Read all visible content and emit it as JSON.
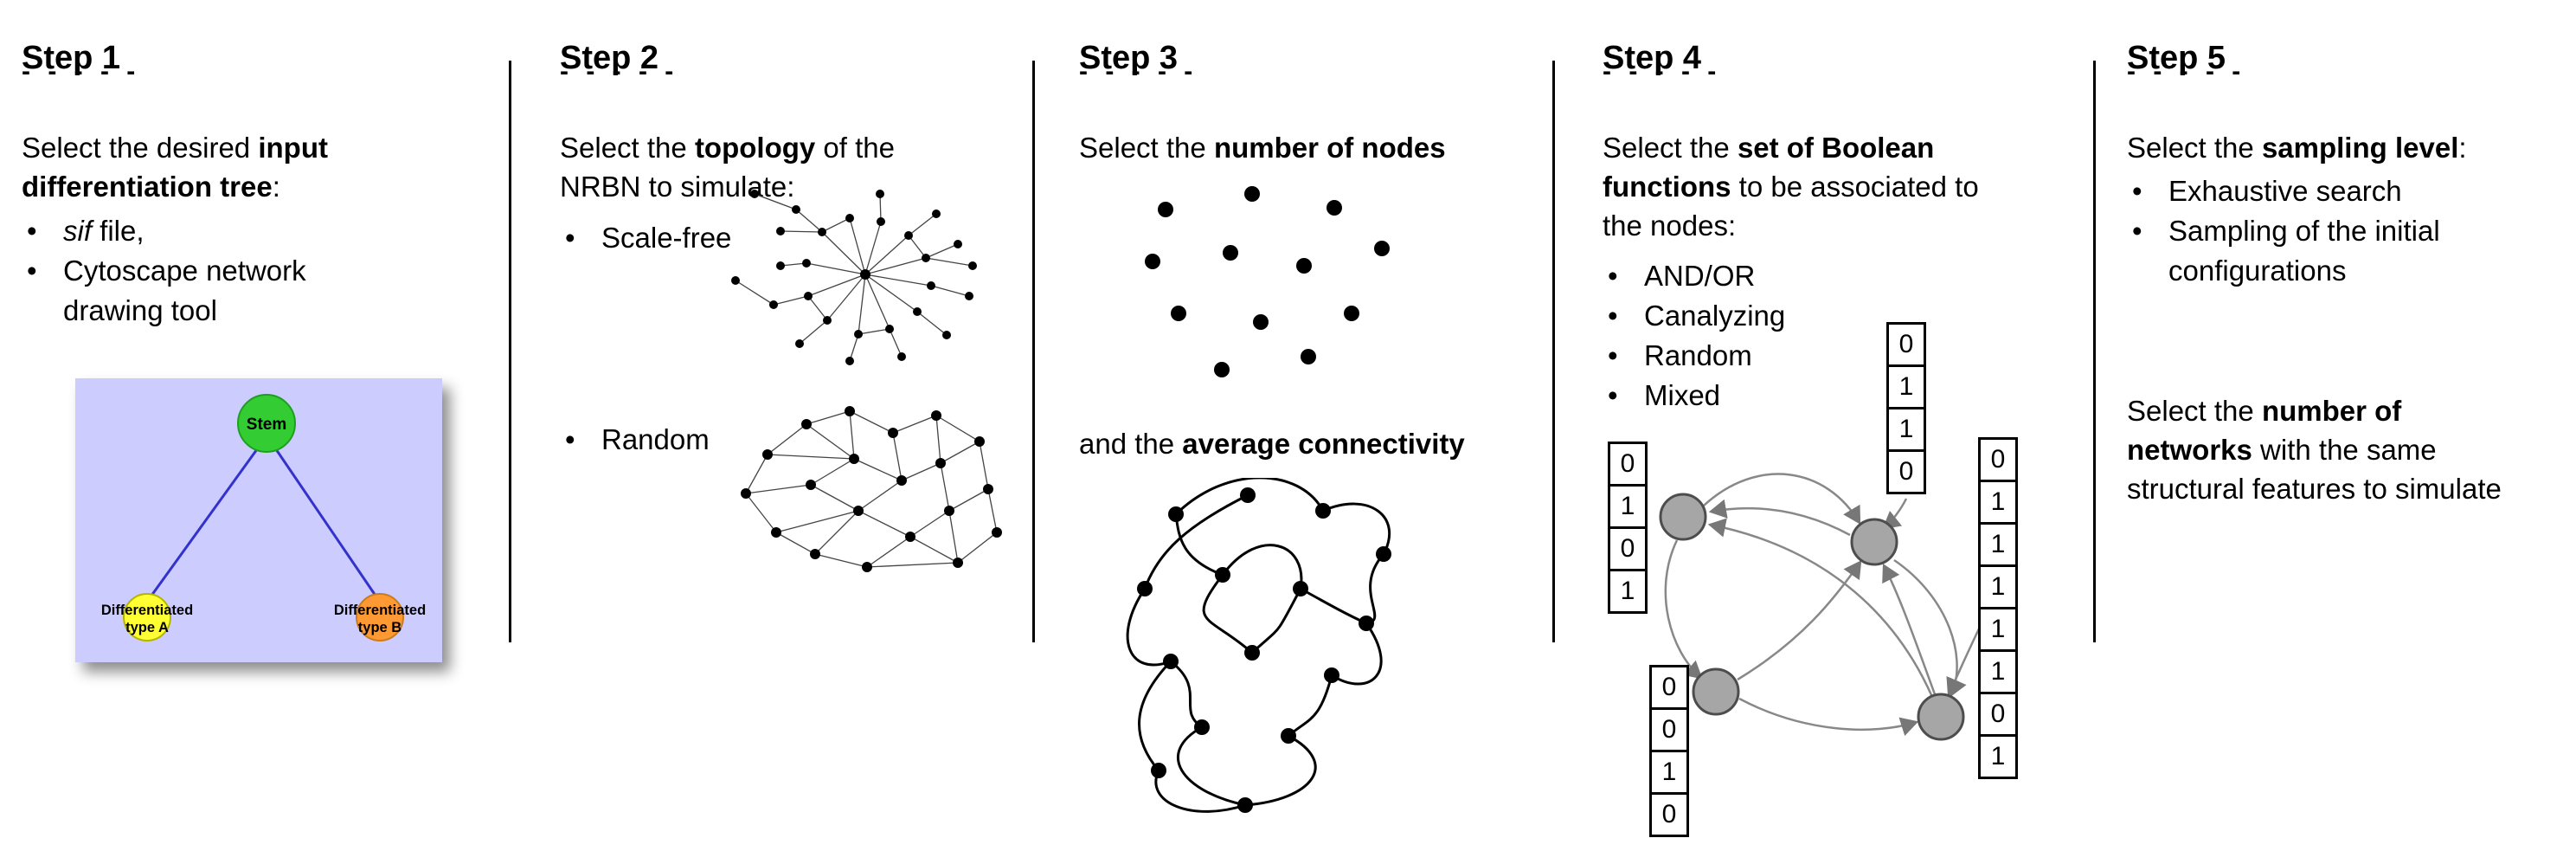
{
  "step1": {
    "title": "Step 1",
    "dashes": "- - - - -",
    "intro_line1": {
      "pre": "Select the desired ",
      "bold": "input"
    },
    "intro_line2": {
      "bold": "differentiation tree",
      "post": ":"
    },
    "bullet1": {
      "italic": "sif",
      "post": " file,"
    },
    "bullet2_line1": "Cytoscape network",
    "bullet2_line2": "drawing tool",
    "tree": {
      "stem_label": "Stem",
      "type_a_line1": "Differentiated",
      "type_a_line2": "type A",
      "type_b_line1": "Differentiated",
      "type_b_line2": "type B",
      "colors": {
        "background": "#ccccff",
        "stem": "#33cc33",
        "type_a": "#ffff33",
        "type_b": "#ff9933",
        "edge": "#3333cc"
      }
    }
  },
  "step2": {
    "title": "Step 2",
    "dashes": "- - - - -",
    "intro_line1": {
      "pre": "Select the ",
      "bold": "topology",
      "post": " of the"
    },
    "intro_line2": "NRBN to simulate:",
    "bullet1": "Scale-free",
    "bullet2": "Random"
  },
  "step3": {
    "title": "Step 3",
    "dashes": "- - - - -",
    "line1": {
      "pre": "Select the ",
      "bold": "number of nodes"
    },
    "line2": {
      "pre": "and the ",
      "bold": "average connectivity"
    }
  },
  "step4": {
    "title": "Step 4",
    "dashes": "- - - - -",
    "intro_line1": {
      "pre": "Select the ",
      "bold": "set of Boolean"
    },
    "intro_line2": {
      "bold": "functions",
      "post": " to be associated to"
    },
    "intro_line3": "the nodes:",
    "bullets": [
      "AND/OR",
      "Canalyzing",
      "Random",
      "Mixed"
    ],
    "tables": {
      "left": [
        "0",
        "1",
        "0",
        "1"
      ],
      "bottom": [
        "0",
        "0",
        "1",
        "0"
      ],
      "top": [
        "0",
        "1",
        "1",
        "0"
      ],
      "right": [
        "0",
        "1",
        "1",
        "1",
        "1",
        "1",
        "0",
        "1"
      ]
    }
  },
  "step5": {
    "title": "Step 5",
    "dashes": "- - - - -",
    "intro": {
      "pre": "Select the ",
      "bold": "sampling level",
      "post": ":"
    },
    "bullet1": "Exhaustive search",
    "bullet2_line1": "Sampling of the initial",
    "bullet2_line2": "configurations",
    "para2_line1": {
      "pre": "Select the ",
      "bold": "number of"
    },
    "para2_line2": {
      "bold": "networks",
      "post": " with the same"
    },
    "para2_line3": "structural features to simulate"
  }
}
